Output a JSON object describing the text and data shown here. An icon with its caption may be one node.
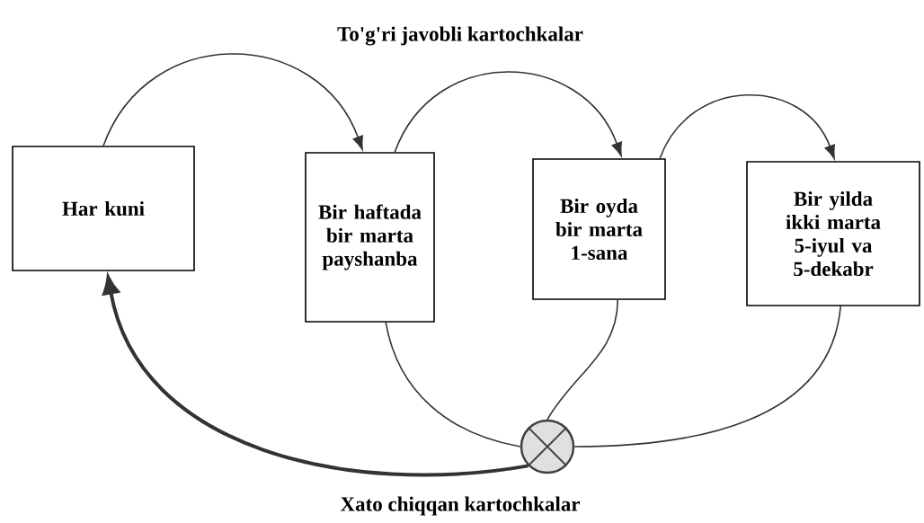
{
  "diagram": {
    "title": "To'g'ri javobli kartochkalar",
    "caption": "Xato chiqqan kartochkalar",
    "nodes": [
      {
        "text": [
          "Har kuni"
        ]
      },
      {
        "text": [
          "Bir haftada bir marta payshanba"
        ]
      },
      {
        "text": [
          "Bir oyda bir marta 1-sana"
        ]
      },
      {
        "text": [
          "Bir yilda ikki marta 5-iyul va 5-dekabr"
        ]
      },
      {
        "text": [],
        "shape": "circle"
      }
    ],
    "edges": [
      {
        "from": 0,
        "to": 1,
        "arrow": "to"
      },
      {
        "from": 1,
        "to": 2,
        "arrow": "to"
      },
      {
        "from": 2,
        "to": 3,
        "arrow": "to"
      },
      {
        "from": 1,
        "to": 4,
        "arrow": "none"
      },
      {
        "from": 2,
        "to": 4,
        "arrow": "none"
      },
      {
        "from": 3,
        "to": 4,
        "arrow": "none"
      },
      {
        "from": 4,
        "to": 0,
        "arrow": "to",
        "style": "thick"
      }
    ]
  }
}
